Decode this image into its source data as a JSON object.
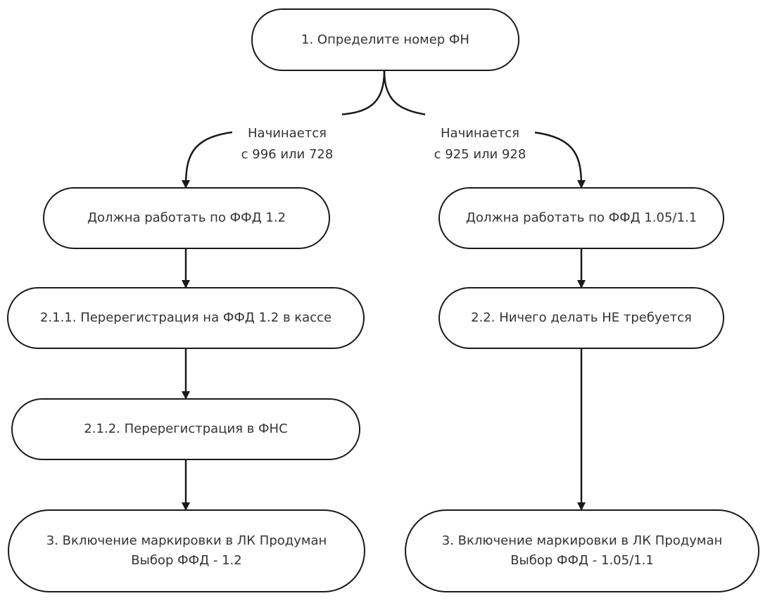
{
  "diagram": {
    "type": "flowchart",
    "nodes": {
      "start": "1. Определите номер ФН",
      "ffd12": "Должна работать по ФФД 1.2",
      "ffd105": "Должна работать по ФФД 1.05/1.1",
      "rereg_kkt": "2.1.1. Перерегистрация на ФФД 1.2 в кассе",
      "nothing": "2.2. Ничего делать НЕ требуется",
      "rereg_fns": "2.1.2. Перерегистрация в ФНС",
      "mark_left": "3. Включение маркировки в ЛК Продуман\nВыбор ФФД - 1.2",
      "mark_right": "3. Включение маркировки в ЛК Продуман\nВыбор ФФД - 1.05/1.1"
    },
    "edge_labels": {
      "left": "Начинается\nс 996 или 728",
      "right": "Начинается\nс 925 или 928"
    },
    "colors": {
      "stroke": "#1a1a1a",
      "text": "#333333",
      "background": "#ffffff"
    }
  }
}
